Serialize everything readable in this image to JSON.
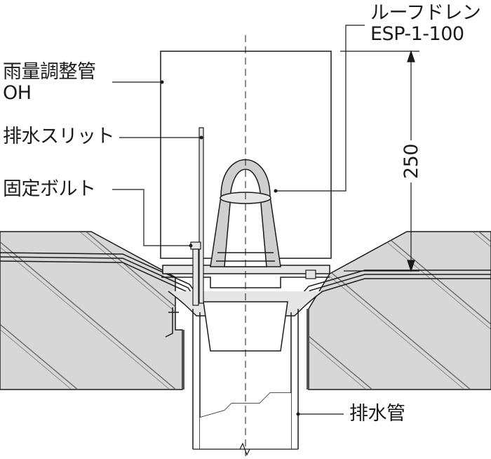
{
  "labels": {
    "rain_pipe_line1": "雨量調整管",
    "rain_pipe_line2": "OH",
    "drain_slit": "排水スリット",
    "fixing_bolt": "固定ボルト",
    "roof_drain_line1": "ルーフドレン",
    "roof_drain_line2": "ESP-1-100",
    "drain_pipe": "排水管",
    "dimension_250": "250"
  },
  "colors": {
    "slab": "#d7d7d7",
    "line": "#1a1a1a",
    "pipe_fill": "#ffffff",
    "grey_part": "#cfcfcf"
  }
}
